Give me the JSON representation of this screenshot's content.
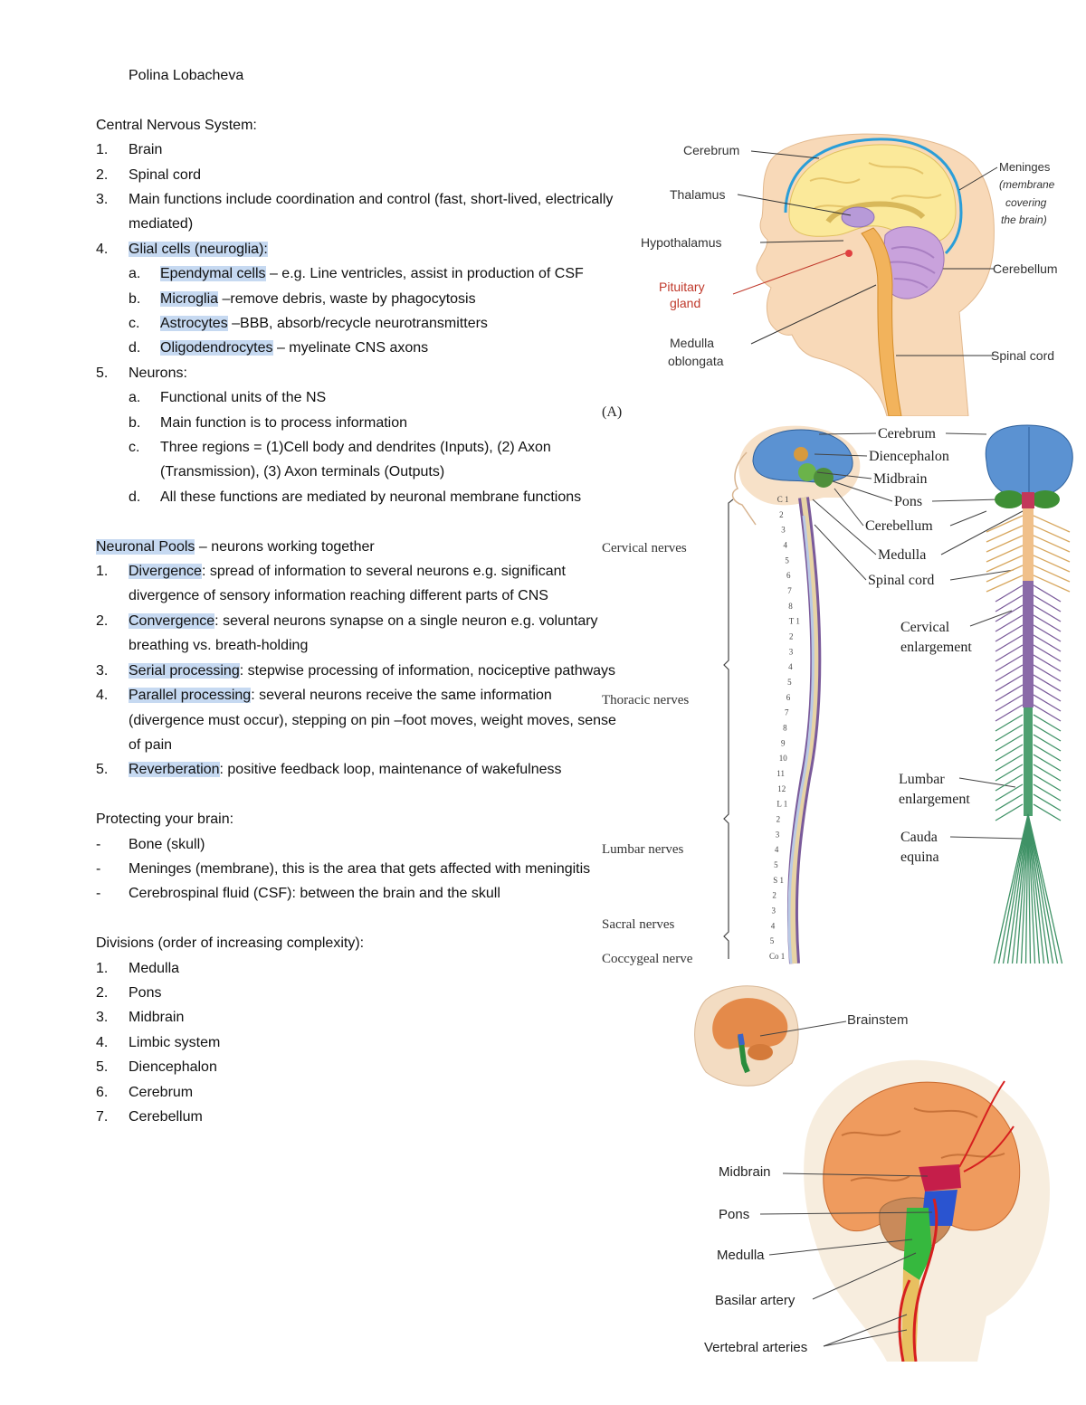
{
  "author": "Polina Lobacheva",
  "cns": {
    "heading": "Central Nervous System:",
    "items": [
      {
        "num": "1.",
        "text": "Brain"
      },
      {
        "num": "2.",
        "text": "Spinal cord"
      },
      {
        "num": "3.",
        "text": "Main functions include coordination and control (fast, short-lived, electrically mediated)"
      },
      {
        "num": "4.",
        "hl": "Glial cells (neuroglia):",
        "text": ""
      },
      {
        "num": "5.",
        "text": "Neurons:"
      }
    ],
    "glial": [
      {
        "num": "a.",
        "hl": "Ependymal cells",
        "text": " – e.g. Line ventricles, assist in production of CSF"
      },
      {
        "num": "b.",
        "hl": "Microglia",
        "text": " –remove debris, waste by phagocytosis"
      },
      {
        "num": "c.",
        "hl": "Astrocytes",
        "text": " –BBB, absorb/recycle neurotransmitters"
      },
      {
        "num": "d.",
        "hl": "Oligodendrocytes",
        "text": " – myelinate CNS axons"
      }
    ],
    "neurons": [
      {
        "num": "a.",
        "text": "Functional units of the NS"
      },
      {
        "num": "b.",
        "text": "Main function is to process information"
      },
      {
        "num": "c.",
        "text": "Three regions = (1)Cell body and dendrites (Inputs), (2) Axon (Transmission), (3) Axon terminals (Outputs)"
      },
      {
        "num": "d.",
        "text": "All these functions are mediated by neuronal membrane functions"
      }
    ]
  },
  "pools": {
    "heading_hl": "Neuronal Pools",
    "heading_rest": " – neurons working together",
    "items": [
      {
        "num": "1.",
        "hl": "Divergence",
        "text": ": spread of information to several neurons e.g. significant divergence of sensory information reaching different parts of CNS"
      },
      {
        "num": "2.",
        "hl": "Convergence",
        "text": ": several neurons synapse on a single neuron e.g. voluntary breathing vs. breath-holding"
      },
      {
        "num": "3.",
        "hl": "Serial processing",
        "text": ": stepwise processing of information, nociceptive pathways"
      },
      {
        "num": "4.",
        "hl": "Parallel processing",
        "text": ": several neurons receive the same information (divergence must occur), stepping on pin –foot moves, weight moves, sense of pain"
      },
      {
        "num": "5.",
        "hl": "Reverberation",
        "text": ": positive feedback loop, maintenance of wakefulness"
      }
    ]
  },
  "protect": {
    "heading": "Protecting your brain:",
    "items": [
      {
        "num": "-",
        "text": "Bone (skull)"
      },
      {
        "num": "-",
        "text": "Meninges (membrane), this is the area that gets affected with meningitis"
      },
      {
        "num": "-",
        "text": "Cerebrospinal fluid (CSF): between the brain and the skull"
      }
    ]
  },
  "divisions": {
    "heading": "Divisions (order of increasing complexity):",
    "items": [
      {
        "num": "1.",
        "text": "Medulla"
      },
      {
        "num": "2.",
        "text": "Pons"
      },
      {
        "num": "3.",
        "text": "Midbrain"
      },
      {
        "num": "4.",
        "text": "Limbic system"
      },
      {
        "num": "5.",
        "text": "Diencephalon"
      },
      {
        "num": "6.",
        "text": "Cerebrum"
      },
      {
        "num": "7.",
        "text": "Cerebellum"
      }
    ]
  },
  "fig1": {
    "cerebrum": "Cerebrum",
    "thalamus": "Thalamus",
    "hypothalamus": "Hypothalamus",
    "pituitary1": "Pituitary",
    "pituitary2": "gland",
    "medulla1": "Medulla",
    "medulla2": "oblongata",
    "meninges1": "Meninges",
    "meninges2": "(membrane",
    "meninges3": "covering",
    "meninges4": "the brain)",
    "cerebellum": "Cerebellum",
    "spinal": "Spinal cord"
  },
  "fig2": {
    "panel": "(A)",
    "cerebrum": "Cerebrum",
    "diencephalon": "Diencephalon",
    "midbrain": "Midbrain",
    "pons": "Pons",
    "cerebellum": "Cerebellum",
    "medulla": "Medulla",
    "spinal": "Spinal cord",
    "cervical_enl1": "Cervical",
    "cervical_enl2": "enlargement",
    "lumbar_enl1": "Lumbar",
    "lumbar_enl2": "enlargement",
    "cauda1": "Cauda",
    "cauda2": "equina",
    "cervical_nerves": "Cervical nerves",
    "thoracic_nerves": "Thoracic nerves",
    "lumbar_nerves": "Lumbar nerves",
    "sacral_nerves": "Sacral nerves",
    "coccygeal_nerve": "Coccygeal nerve",
    "vert_labels": [
      "C 1",
      "2",
      "3",
      "4",
      "5",
      "6",
      "7",
      "8",
      "T 1",
      "2",
      "3",
      "4",
      "5",
      "6",
      "7",
      "8",
      "9",
      "10",
      "11",
      "12",
      "L 1",
      "2",
      "3",
      "4",
      "5",
      "S 1",
      "2",
      "3",
      "4",
      "5",
      "Co 1"
    ]
  },
  "fig3": {
    "brainstem": "Brainstem",
    "midbrain": "Midbrain",
    "pons": "Pons",
    "medulla": "Medulla",
    "basilar": "Basilar artery",
    "vertebral": "Vertebral arteries"
  }
}
